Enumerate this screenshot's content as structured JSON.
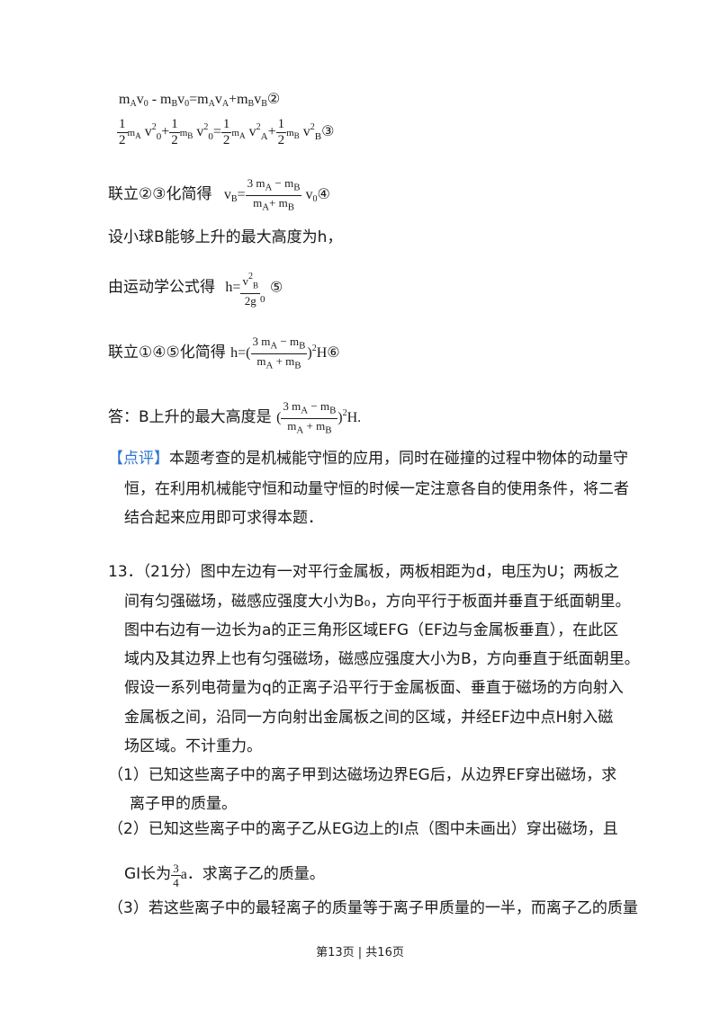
{
  "eq2": {
    "prefix": "m",
    "sA": "A",
    "v0a": "v",
    "s0a": "0",
    "minus": " - m",
    "sB": "B",
    "v0b": "v",
    "s0b": "0",
    "eqs": "=m",
    "sA2": "A",
    "vA": "v",
    "sA3": "A",
    "plus": "+m",
    "sB2": "B",
    "vB": "v",
    "sB3": "B",
    "mark": "②"
  },
  "eq3": {
    "mark": "③"
  },
  "line4": {
    "text": "联立②③化简得",
    "mark": "④"
  },
  "line5": {
    "text": "设小球B能够上升的最大高度为h，"
  },
  "line6": {
    "text": "由运动学公式得",
    "mark": "⑤"
  },
  "line7": {
    "text": "联立①④⑤化简得",
    "mark": "⑥"
  },
  "line8": {
    "text": "答：B上升的最大高度是"
  },
  "comment": {
    "tag": "【点评】",
    "l1": "本题考查的是机械能守恒的应用，同时在碰撞的过程中物体的动量守",
    "l2": "恒，在利用机械能守恒和动量守恒的时候一定注意各自的使用条件，将二者",
    "l3": "结合起来应用即可求得本题．"
  },
  "q13": {
    "l1": "13．（21分）图中左边有一对平行金属板，两板相距为d，电压为U；两板之",
    "l2": "间有匀强磁场，磁感应强度大小为B₀，方向平行于板面并垂直于纸面朝里。",
    "l3": "图中右边有一边长为a的正三角形区域EFG（EF边与金属板垂直），在此区",
    "l4": "域内及其边界上也有匀强磁场，磁感应强度大小为B，方向垂直于纸面朝里。",
    "l5": "假设一系列电荷量为q的正离子沿平行于金属板面、垂直于磁场的方向射入",
    "l6": "金属板之间，沿同一方向射出金属板之间的区域，并经EF边中点H射入磁",
    "l7": "场区域。不计重力。",
    "p1a": "（1）已知这些离子中的离子甲到达磁场边界EG后，从边界EF穿出磁场，求",
    "p1b": "离子甲的质量。",
    "p2a": "（2）已知这些离子中的离子乙从EG边上的I点（图中未画出）穿出磁场，且",
    "p2b_pre": "GI长为",
    "p2b_post": "．求离子乙的质量。",
    "p3a": "（3）若这些离子中的最轻离子的质量等于离子甲质量的一半，而离子乙的质量"
  },
  "footer": {
    "text": "第13页 | 共16页"
  }
}
